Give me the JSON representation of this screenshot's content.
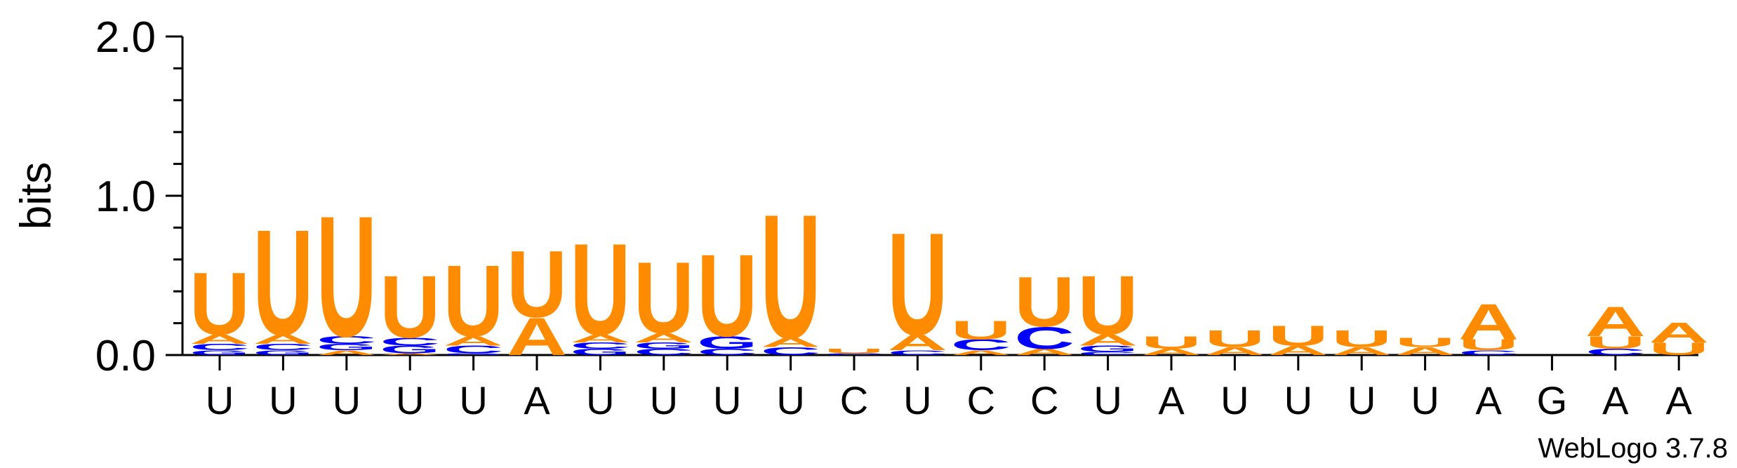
{
  "chart_data": {
    "type": "sequence-logo",
    "ylabel": "bits",
    "ylim": [
      0,
      2.0
    ],
    "yticks": [
      "0.0",
      "1.0",
      "2.0"
    ],
    "colors": {
      "U": "#ff8c00",
      "A": "#ff8c00",
      "C": "#0000ff",
      "G": "#0000ff"
    },
    "positions": [
      {
        "label": "U",
        "stack": [
          {
            "letter": "G",
            "height": 0.03
          },
          {
            "letter": "C",
            "height": 0.04
          },
          {
            "letter": "A",
            "height": 0.06
          },
          {
            "letter": "U",
            "height": 0.4
          }
        ]
      },
      {
        "label": "U",
        "stack": [
          {
            "letter": "G",
            "height": 0.03
          },
          {
            "letter": "C",
            "height": 0.04
          },
          {
            "letter": "A",
            "height": 0.06
          },
          {
            "letter": "U",
            "height": 0.68
          }
        ]
      },
      {
        "label": "U",
        "stack": [
          {
            "letter": "A",
            "height": 0.03
          },
          {
            "letter": "G",
            "height": 0.04
          },
          {
            "letter": "C",
            "height": 0.05
          },
          {
            "letter": "U",
            "height": 0.78
          }
        ]
      },
      {
        "label": "U",
        "stack": [
          {
            "letter": "A",
            "height": 0.01
          },
          {
            "letter": "G",
            "height": 0.05
          },
          {
            "letter": "C",
            "height": 0.05
          },
          {
            "letter": "U",
            "height": 0.4
          }
        ]
      },
      {
        "label": "U",
        "stack": [
          {
            "letter": "G",
            "height": 0.01
          },
          {
            "letter": "C",
            "height": 0.05
          },
          {
            "letter": "A",
            "height": 0.06
          },
          {
            "letter": "U",
            "height": 0.46
          }
        ]
      },
      {
        "label": "A",
        "stack": [
          {
            "letter": "A",
            "height": 0.24
          },
          {
            "letter": "U",
            "height": 0.43
          }
        ]
      },
      {
        "label": "U",
        "stack": [
          {
            "letter": "G",
            "height": 0.04
          },
          {
            "letter": "C",
            "height": 0.04
          },
          {
            "letter": "A",
            "height": 0.05
          },
          {
            "letter": "U",
            "height": 0.59
          }
        ]
      },
      {
        "label": "U",
        "stack": [
          {
            "letter": "C",
            "height": 0.04
          },
          {
            "letter": "G",
            "height": 0.04
          },
          {
            "letter": "A",
            "height": 0.06
          },
          {
            "letter": "U",
            "height": 0.46
          }
        ]
      },
      {
        "label": "U",
        "stack": [
          {
            "letter": "C",
            "height": 0.04
          },
          {
            "letter": "G",
            "height": 0.08
          },
          {
            "letter": "U",
            "height": 0.53
          }
        ]
      },
      {
        "label": "U",
        "stack": [
          {
            "letter": "C",
            "height": 0.05
          },
          {
            "letter": "A",
            "height": 0.06
          },
          {
            "letter": "U",
            "height": 0.8
          }
        ]
      },
      {
        "label": "C",
        "stack": [
          {
            "letter": "C",
            "height": 0.01
          },
          {
            "letter": "U",
            "height": 0.03
          }
        ]
      },
      {
        "label": "U",
        "stack": [
          {
            "letter": "C",
            "height": 0.03
          },
          {
            "letter": "A",
            "height": 0.1
          },
          {
            "letter": "U",
            "height": 0.66
          }
        ]
      },
      {
        "label": "C",
        "stack": [
          {
            "letter": "A",
            "height": 0.03
          },
          {
            "letter": "C",
            "height": 0.07
          },
          {
            "letter": "U",
            "height": 0.12
          }
        ]
      },
      {
        "label": "C",
        "stack": [
          {
            "letter": "A",
            "height": 0.04
          },
          {
            "letter": "C",
            "height": 0.14
          },
          {
            "letter": "U",
            "height": 0.32
          }
        ]
      },
      {
        "label": "U",
        "stack": [
          {
            "letter": "C",
            "height": 0.02
          },
          {
            "letter": "G",
            "height": 0.04
          },
          {
            "letter": "A",
            "height": 0.07
          },
          {
            "letter": "U",
            "height": 0.38
          }
        ]
      },
      {
        "label": "A",
        "stack": [
          {
            "letter": "A",
            "height": 0.04
          },
          {
            "letter": "U",
            "height": 0.08
          }
        ]
      },
      {
        "label": "U",
        "stack": [
          {
            "letter": "A",
            "height": 0.05
          },
          {
            "letter": "U",
            "height": 0.11
          }
        ]
      },
      {
        "label": "U",
        "stack": [
          {
            "letter": "A",
            "height": 0.06
          },
          {
            "letter": "U",
            "height": 0.13
          }
        ]
      },
      {
        "label": "U",
        "stack": [
          {
            "letter": "A",
            "height": 0.05
          },
          {
            "letter": "U",
            "height": 0.11
          }
        ]
      },
      {
        "label": "U",
        "stack": [
          {
            "letter": "A",
            "height": 0.05
          },
          {
            "letter": "U",
            "height": 0.06
          }
        ]
      },
      {
        "label": "A",
        "stack": [
          {
            "letter": "C",
            "height": 0.03
          },
          {
            "letter": "U",
            "height": 0.07
          },
          {
            "letter": "A",
            "height": 0.23
          }
        ]
      },
      {
        "label": "G",
        "stack": []
      },
      {
        "label": "A",
        "stack": [
          {
            "letter": "C",
            "height": 0.04
          },
          {
            "letter": "U",
            "height": 0.08
          },
          {
            "letter": "A",
            "height": 0.19
          }
        ]
      },
      {
        "label": "A",
        "stack": [
          {
            "letter": "U",
            "height": 0.08
          },
          {
            "letter": "A",
            "height": 0.13
          }
        ]
      }
    ]
  },
  "footer": {
    "credit": "WebLogo 3.7.8"
  }
}
